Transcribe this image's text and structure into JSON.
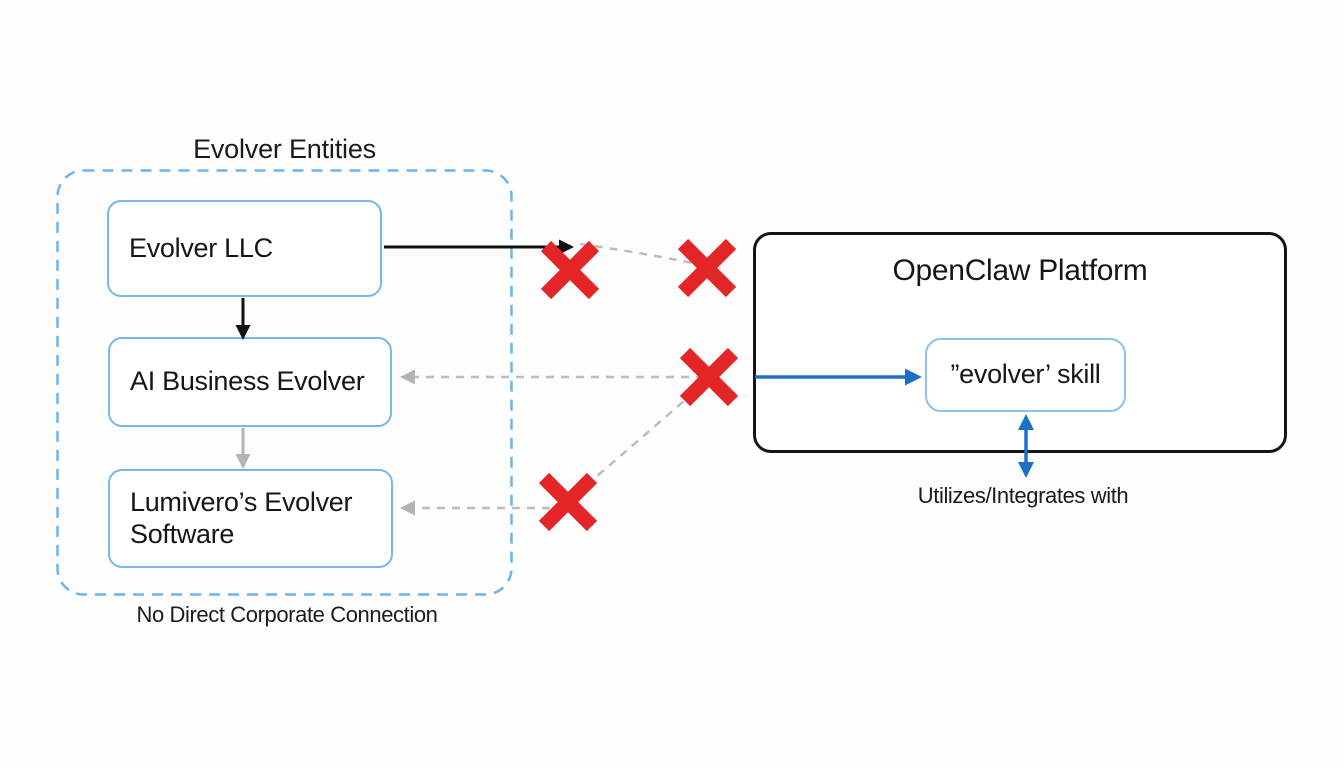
{
  "diagram": {
    "group": {
      "title": "Evolver Entities",
      "caption": "No Direct Corporate Connection"
    },
    "nodes": {
      "evolver_llc": {
        "label": "Evolver LLC"
      },
      "ai_business_evolver": {
        "label": "AI Business Evolver"
      },
      "lumivero_software": {
        "label": "Lumivero’s Evolver Software"
      },
      "openclaw_platform": {
        "label": "OpenClaw Platform"
      },
      "evolver_skill": {
        "label": "”evolver’ skill"
      }
    },
    "annotations": {
      "integration_label": "Utilizes/Integrates with"
    },
    "icons": {
      "severed_connection": "red-x-icon"
    },
    "colors": {
      "entity_border_blue": "#79b6e9",
      "group_dash_blue": "#6fb3ea",
      "platform_border_black": "#151515",
      "x_mark_red": "#e42528",
      "integration_arrow_blue": "#1d70c8",
      "severed_link_gray": "#bcbcbc"
    }
  }
}
